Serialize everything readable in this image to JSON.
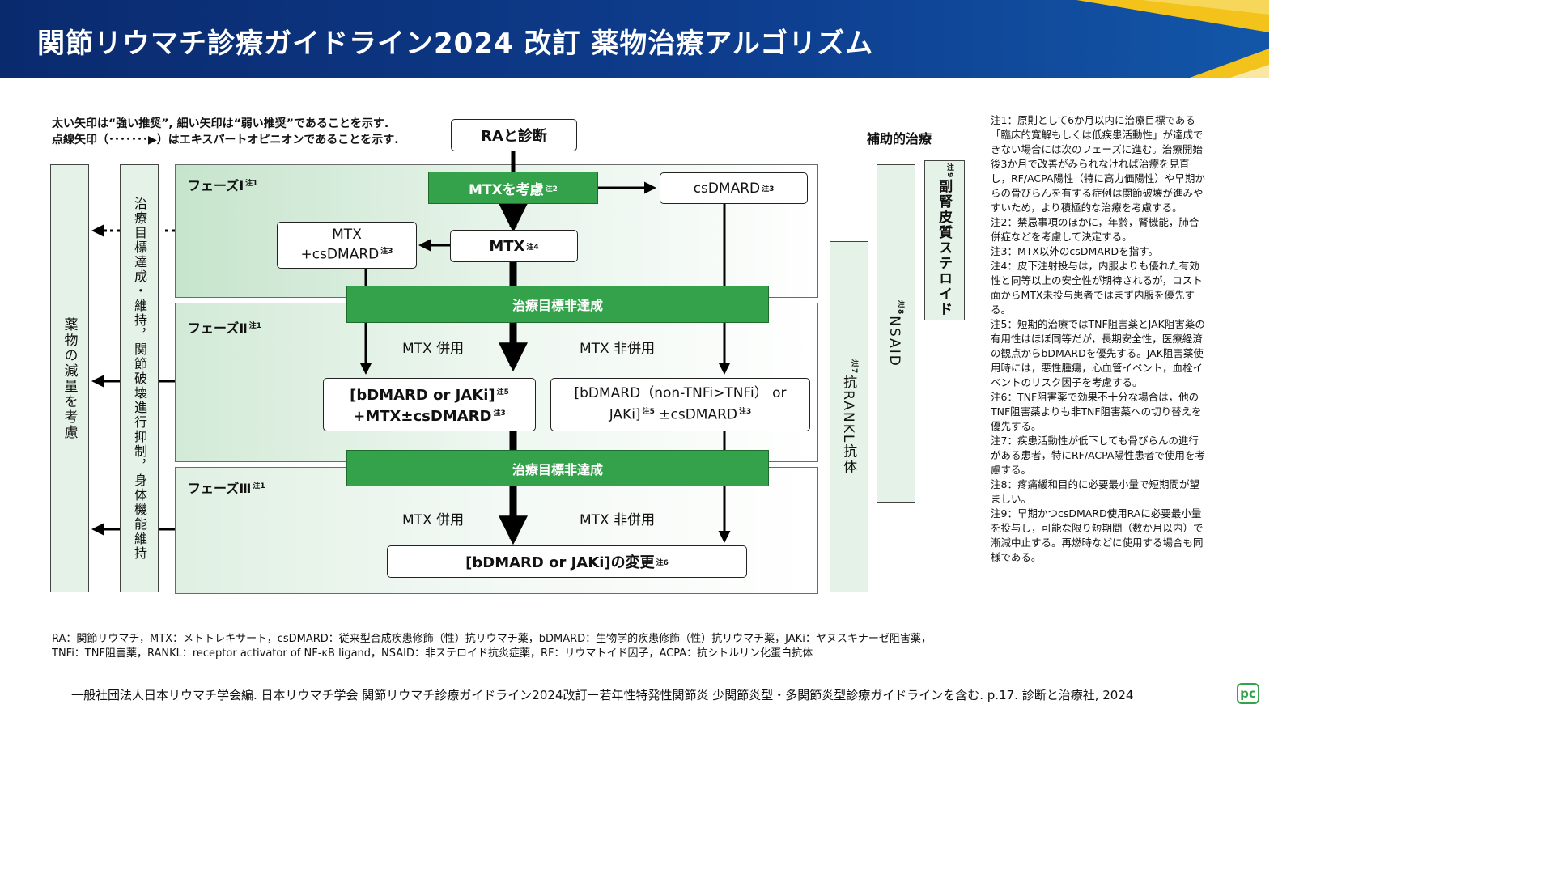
{
  "header": {
    "title": "関節リウマチ診療ガイドライン2024 改訂 薬物治療アルゴリズム"
  },
  "legend": {
    "line1": "太い矢印は“強い推奨”, 細い矢印は“弱い推奨”であることを示す.",
    "line2": "点線矢印（･･･････▶）はエキスパートオピニオンであることを示す."
  },
  "top_box": "RAと診断",
  "phases": {
    "p1": {
      "label": "フェーズⅠ",
      "note": "注1"
    },
    "p2": {
      "label": "フェーズⅡ",
      "note": "注1"
    },
    "p3": {
      "label": "フェーズⅢ",
      "note": "注1"
    }
  },
  "boxes": {
    "mtx_consider": {
      "text": "MTXを考慮",
      "note": "注2"
    },
    "csdmard": {
      "text": "csDMARD",
      "note": "注3"
    },
    "mtx": {
      "text": "MTX",
      "note": "注4"
    },
    "mtx_csdmard": {
      "line1": "MTX",
      "line2": "+csDMARD",
      "note": "注3"
    },
    "unmet1": "治療目標非達成",
    "unmet2": "治療目標非達成",
    "combo_left": {
      "line1": "[bDMARD or JAKi]",
      "note1": "注5",
      "line2": "+MTX±csDMARD",
      "note2": "注3"
    },
    "combo_right": {
      "line1": "[bDMARD（non-TNFi>TNFi） or",
      "line2a": "JAKi]",
      "note1": "注5",
      "line2b": "±csDMARD",
      "note2": "注3"
    },
    "change": {
      "text": "[bDMARD or JAKi]の変更",
      "note": "注6"
    }
  },
  "labels": {
    "mtx_with_1": "MTX 併用",
    "mtx_without_1": "MTX 非併用",
    "mtx_with_2": "MTX 併用",
    "mtx_without_2": "MTX 非併用"
  },
  "side": {
    "reduce": "薬物の減量を考慮",
    "achieve": "治療目標達成・維持，関節破壊進行抑制，身体機能維持"
  },
  "adjunct": {
    "title": "補助的治療",
    "rankl": {
      "text": "抗RANKL抗体",
      "note": "注7"
    },
    "nsaid": {
      "text": "NSAID",
      "note": "注8"
    },
    "steroid": {
      "text": "副腎皮質ステロイド",
      "note": "注9"
    }
  },
  "notes": [
    "注1：原則として6か月以内に治療目標である「臨床的寛解もしくは低疾患活動性」が達成できない場合には次のフェーズに進む。治療開始後3か月で改善がみられなければ治療を見直し，RF/ACPA陽性（特に高力価陽性）や早期からの骨びらんを有する症例は関節破壊が進みやすいため，より積極的な治療を考慮する。",
    "注2：禁忌事項のほかに，年齢，腎機能，肺合併症などを考慮して決定する。",
    "注3：MTX以外のcsDMARDを指す。",
    "注4：皮下注射投与は，内服よりも優れた有効性と同等以上の安全性が期待されるが，コスト面からMTX未投与患者ではまず内服を優先する。",
    "注5：短期的治療ではTNF阻害薬とJAK阻害薬の有用性はほぼ同等だが，長期安全性，医療経済の観点からbDMARDを優先する。JAK阻害薬使用時には，悪性腫瘍，心血管イベント，血栓イベントのリスク因子を考慮する。",
    "注6：TNF阻害薬で効果不十分な場合は，他のTNF阻害薬よりも非TNF阻害薬への切り替えを優先する。",
    "注7：疾患活動性が低下しても骨びらんの進行がある患者，特にRF/ACPA陽性患者で使用を考慮する。",
    "注8：疼痛緩和目的に必要最小量で短期間が望ましい。",
    "注9：早期かつcsDMARD使用RAに必要最小量を投与し，可能な限り短期間（数か月以内）で漸減中止する。再燃時などに使用する場合も同様である。"
  ],
  "abbreviations": {
    "line1": "RA：関節リウマチ，MTX：メトトレキサート，csDMARD：従来型合成疾患修飾（性）抗リウマチ薬，bDMARD：生物学的疾患修飾（性）抗リウマチ薬，JAKi：ヤヌスキナーゼ阻害薬，",
    "line2": "TNFi：TNF阻害薬，RANKL：receptor activator of NF-κB ligand，NSAID：非ステロイド抗炎症薬，RF：リウマトイド因子，ACPA：抗シトルリン化蛋白抗体"
  },
  "citation": "一般社団法人日本リウマチ学会編. 日本リウマチ学会 関節リウマチ診療ガイドライン2024改訂ー若年性特発性関節炎 少関節炎型・多関節炎型診療ガイドラインを含む. p.17. 診断と治療社, 2024",
  "logo": "pc",
  "colors": {
    "header": "#0e3e8f",
    "accent_green": "#33a24a",
    "light_green": "#e4f2e7"
  }
}
